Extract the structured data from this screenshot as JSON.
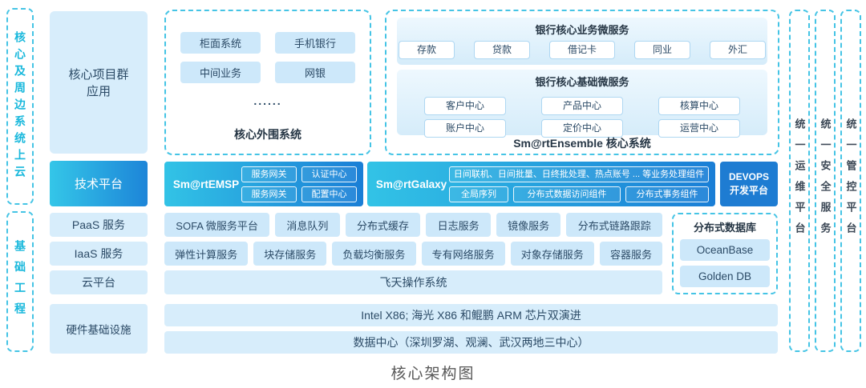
{
  "title": "核心架构图",
  "rails": {
    "left": [
      "核心及周边系统上云",
      "基础工程"
    ],
    "right": [
      "统一运维平台",
      "统一安全服务",
      "统一管控平台"
    ]
  },
  "left_col": {
    "app_group": "核心项目群\n应用",
    "tech": "技术平台",
    "paas": "PaaS 服务",
    "iaas": "IaaS 服务",
    "cloud": "云平台",
    "hardware": "硬件基础设施"
  },
  "peripheral": {
    "label": "核心外围系统",
    "chips": [
      "柜面系统",
      "手机银行",
      "中间业务",
      "网银"
    ],
    "dots": "......"
  },
  "ensemble": {
    "label": "Sm@rtEnsemble 核心系统",
    "business": {
      "title": "银行核心业务微服务",
      "chips": [
        "存款",
        "贷款",
        "借记卡",
        "同业",
        "外汇"
      ]
    },
    "base": {
      "title": "银行核心基础微服务",
      "chips": [
        "客户中心",
        "产品中心",
        "核算中心",
        "账户中心",
        "定价中心",
        "运营中心"
      ]
    }
  },
  "tech_row": {
    "emsp_label": "Sm@rtEMSP",
    "emsp_chips": [
      "服务网关",
      "认证中心",
      "服务网关",
      "配置中心"
    ],
    "galaxy_label": "Sm@rtGalaxy",
    "galaxy_top": "日间联机、日间批量、日终批处理、热点账号 ... 等业务处理组件",
    "galaxy_chips": [
      "全局序列",
      "分布式数据访问组件",
      "分布式事务组件"
    ],
    "devops": "DEVOPS\n开发平台"
  },
  "paas_chips": [
    "SOFA 微服务平台",
    "消息队列",
    "分布式缓存",
    "日志服务",
    "镜像服务",
    "分布式链路跟踪"
  ],
  "iaas_chips": [
    "弹性计算服务",
    "块存储服务",
    "负载均衡服务",
    "专有网络服务",
    "对象存储服务",
    "容器服务"
  ],
  "cloud_bar": "飞天操作系统",
  "database": {
    "title": "分布式数据库",
    "chips": [
      "OceanBase",
      "Golden DB"
    ]
  },
  "hardware_bars": [
    "Intel X86; 海光 X86 和鲲鹏 ARM 芯片双演进",
    "数据中心（深圳罗湖、观澜、武汉两地三中心）"
  ]
}
